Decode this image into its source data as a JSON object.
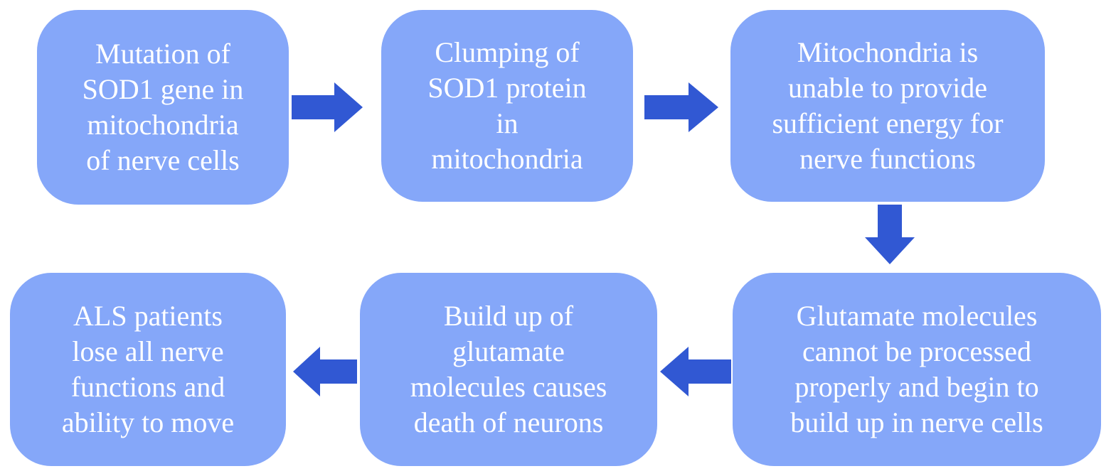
{
  "colors": {
    "box_fill": "#85a7f9",
    "box_text": "#ffffff",
    "arrow": "#3158d3",
    "background": "#ffffff"
  },
  "steps": [
    {
      "id": "step-1",
      "text": "Mutation of\nSOD1 gene in\nmitochondria\nof nerve cells"
    },
    {
      "id": "step-2",
      "text": "Clumping of\nSOD1 protein\nin\nmitochondria"
    },
    {
      "id": "step-3",
      "text": "Mitochondria is\nunable to provide\nsufficient energy for\nnerve functions"
    },
    {
      "id": "step-4",
      "text": "Glutamate molecules\ncannot be processed\nproperly and begin to\nbuild up in nerve cells"
    },
    {
      "id": "step-5",
      "text": "Build up of\nglutamate\nmolecules causes\ndeath of neurons"
    },
    {
      "id": "step-6",
      "text": "ALS patients\nlose all nerve\nfunctions and\nability to move"
    }
  ],
  "arrows": [
    {
      "from": "step-1",
      "to": "step-2",
      "direction": "right"
    },
    {
      "from": "step-2",
      "to": "step-3",
      "direction": "right"
    },
    {
      "from": "step-3",
      "to": "step-4",
      "direction": "down"
    },
    {
      "from": "step-4",
      "to": "step-5",
      "direction": "left"
    },
    {
      "from": "step-5",
      "to": "step-6",
      "direction": "left"
    }
  ]
}
